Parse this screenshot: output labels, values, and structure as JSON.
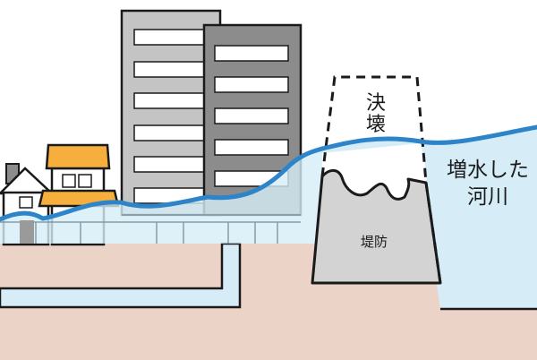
{
  "labels": {
    "breach": [
      "決",
      "壊"
    ],
    "levee": "堤防",
    "flooded_river": [
      "増水した",
      "河川"
    ]
  },
  "colors": {
    "ground": "#ecd3c8",
    "water": "#d6edf8",
    "water_line": "#2e84c8",
    "levee_fill": "#d3d3d3",
    "building_light": "#c4c4c4",
    "building_dark": "#8c8c8c",
    "house_roof_orange": "#f6ae3c",
    "outline": "#1a1a1a"
  }
}
